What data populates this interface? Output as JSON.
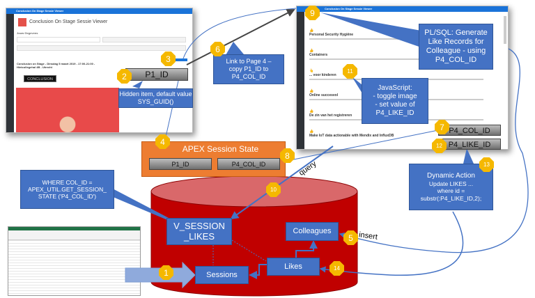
{
  "screenshot1": {
    "window_title": "Conclusion On Stage Sessie Viewer",
    "page_title": "Conclusion On Stage Sessie Viewer",
    "section_label": "Jouw Gegevens",
    "session_line": "Conclusion on Stage - Dinsdag 5 maart 2019 - 17:00-21:00 - Hietcollegehal 4B - Utrecht",
    "logo_text": "CONCLUSION"
  },
  "screenshot2": {
    "window_title": "Conclusion On Stage Sessie Viewer",
    "sessions": [
      "Personal Security Hygiëne",
      "Containers",
      "... voor kinderen",
      "Online succesvol",
      "De zin van het registreren",
      "Make IoT data actionable with Mendix and InfluxDB"
    ]
  },
  "items": {
    "p1_id": "P1_ID",
    "p4_col_id": "P4_COL_ID",
    "p4_like_id": "P4_LIKE_ID"
  },
  "callouts": {
    "hidden_item": "Hidden item, default value SYS_GUID()",
    "link": "Link to Page 4 –\ncopy P1_ID to\nP4_COL_ID",
    "plsql": "PL/SQL: Generate\nLike Records for\nColleague  - using\nP4_COL_ID",
    "javascript": "JavaScript:\n- toggle image\n- set value of\nP4_LIKE_ID",
    "dynamic_action_title": "Dynamic Action",
    "dynamic_action_body": "Update LIKES ...\nwhere id =\nsubstr(:P4_LIKE_ID,2);",
    "where": "WHERE COL_ID =\nAPEX_UTIL.GET_SESSION_\nSTATE ('P4_COL_ID')"
  },
  "session_state": {
    "title": "APEX Session State",
    "items": [
      "P1_ID",
      "P4_COL_ID"
    ]
  },
  "database": {
    "tables": {
      "v_session_likes": "V_SESSION\n_LIKES",
      "colleagues": "Colleagues",
      "likes": "Likes",
      "sessions": "Sessions"
    }
  },
  "edge_labels": {
    "query": "query",
    "insert": "insert"
  },
  "badges": [
    "1",
    "2",
    "3",
    "4",
    "5",
    "6",
    "7",
    "8",
    "9",
    "10",
    "11",
    "12",
    "13",
    "14"
  ],
  "colors": {
    "callout": "#4472c4",
    "badge": "#f5b800",
    "database": "#c00000",
    "session_state": "#ed7d31"
  }
}
